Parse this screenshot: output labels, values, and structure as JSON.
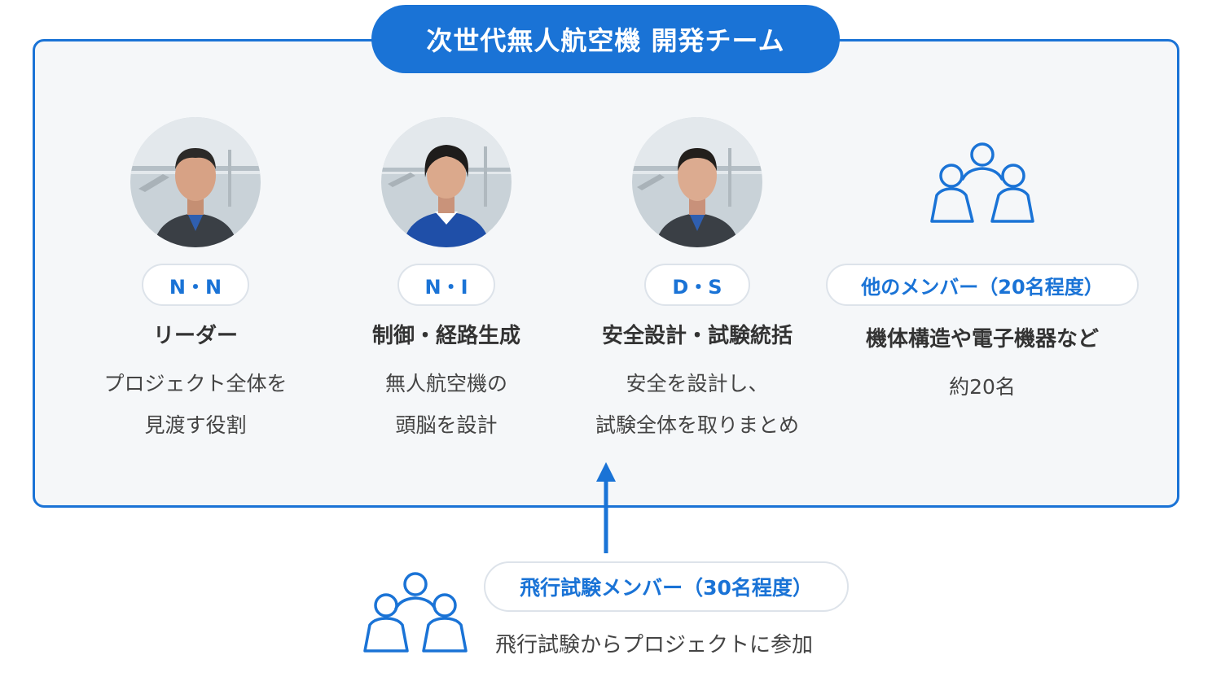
{
  "team": {
    "title": "次世代無人航空機 開発チーム"
  },
  "members": [
    {
      "initials": "N・N",
      "role": "リーダー",
      "desc_lines": [
        "プロジェクト全体を",
        "見渡す役割"
      ],
      "avatar_icon": "person-photo"
    },
    {
      "initials": "N・I",
      "role": "制御・経路生成",
      "desc_lines": [
        "無人航空機の",
        "頭脳を設計"
      ],
      "avatar_icon": "person-photo"
    },
    {
      "initials": "D・S",
      "role": "安全設計・試験統括",
      "desc_lines": [
        "安全を設計し、",
        "試験全体を取りまとめ"
      ],
      "avatar_icon": "person-photo"
    },
    {
      "initials": "他のメンバー（20名程度）",
      "role": "機体構造や電子機器など",
      "desc_lines": [
        "約20名"
      ],
      "avatar_icon": "group-icon"
    }
  ],
  "flight": {
    "label": "飛行試験メンバー（30名程度）",
    "desc": "飛行試験からプロジェクトに参加",
    "icon": "group-icon"
  },
  "colors": {
    "accent": "#1a73d6",
    "panel_bg": "#f5f7f9",
    "pill_border": "#dde3ea",
    "text": "#333333"
  }
}
